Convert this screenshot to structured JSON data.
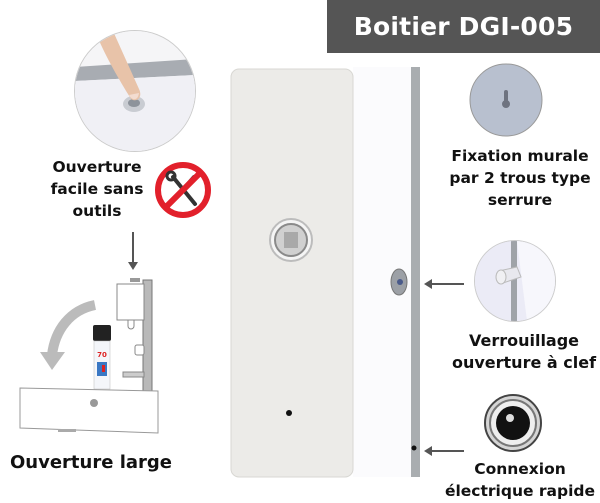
{
  "title": "Boitier DGI-005",
  "features": {
    "easy_open": {
      "line1": "Ouverture",
      "line2": "facile sans",
      "line3": "outils"
    },
    "wall_mount": {
      "line1": "Fixation murale",
      "line2": "par 2 trous type",
      "line3": "serrure"
    },
    "key_lock": {
      "line1": "Verrouillage",
      "line2": "ouverture à clef"
    },
    "power": {
      "line1": "Connexion",
      "line2": "électrique rapide"
    },
    "wide_open": {
      "label": "Ouverture large"
    }
  },
  "canister": {
    "number": "70"
  },
  "icons": [
    "finger-press-icon",
    "no-tools-icon",
    "keyhole-icon",
    "key-icon",
    "dc-jack-icon",
    "rotate-arrow-icon"
  ],
  "colors": {
    "title_bg": "#555555",
    "no_sign_red": "#e2202b",
    "arrow": "#555555",
    "body_front": "#ecebe8"
  }
}
